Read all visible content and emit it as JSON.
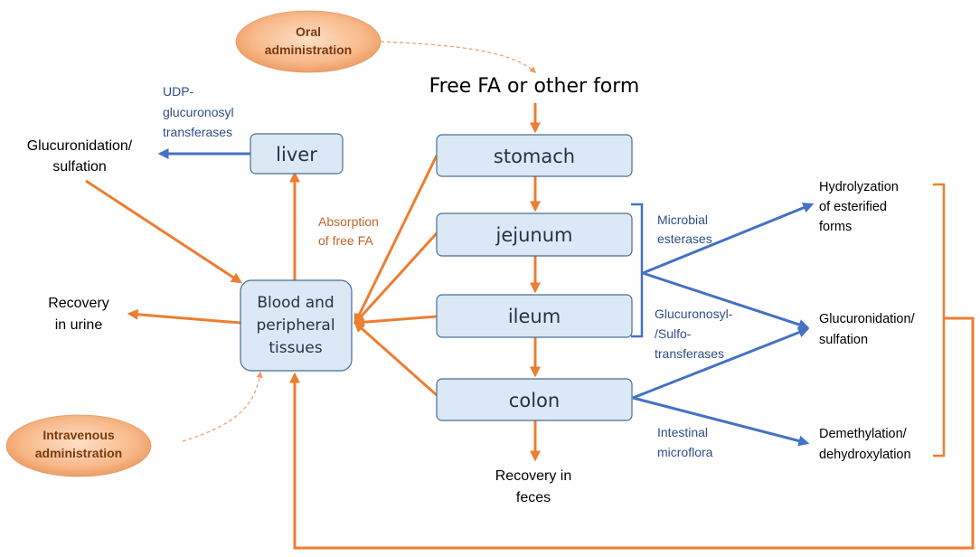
{
  "colors": {
    "orange": "#ed7d31",
    "blue": "#4472c4",
    "box_fill": "#dbe8f5"
  },
  "nodes": {
    "oral": [
      "Oral",
      "administration"
    ],
    "intravenous": [
      "Intravenous",
      "administration"
    ],
    "free_fa": "Free FA or other form",
    "stomach": "stomach",
    "jejunum": "jejunum",
    "ileum": "ileum",
    "colon": "colon",
    "liver": "liver",
    "blood": [
      "Blood and",
      "peripheral",
      "tissues"
    ]
  },
  "labels": {
    "udp": [
      "UDP-",
      "glucuronosyl",
      "transferases"
    ],
    "gluc_left": [
      "Glucuronidation/",
      "sulfation"
    ],
    "absorption": [
      "Absorption",
      "of free FA"
    ],
    "recovery_urine": [
      "Recovery",
      "in urine"
    ],
    "recovery_feces": [
      "Recovery in",
      "feces"
    ],
    "microbial": [
      "Microbial",
      "esterases"
    ],
    "glucuronosyl": [
      "Glucuronosyl-",
      "/Sulfo-",
      "transferases"
    ],
    "intestinal": [
      "Intestinal",
      "microflora"
    ],
    "hydrolyzation": [
      "Hydrolyzation",
      "of esterified",
      "forms"
    ],
    "gluc_right": [
      "Glucuronidation/",
      "sulfation"
    ],
    "demethylation": [
      "Demethylation/",
      "dehydroxylation"
    ]
  }
}
